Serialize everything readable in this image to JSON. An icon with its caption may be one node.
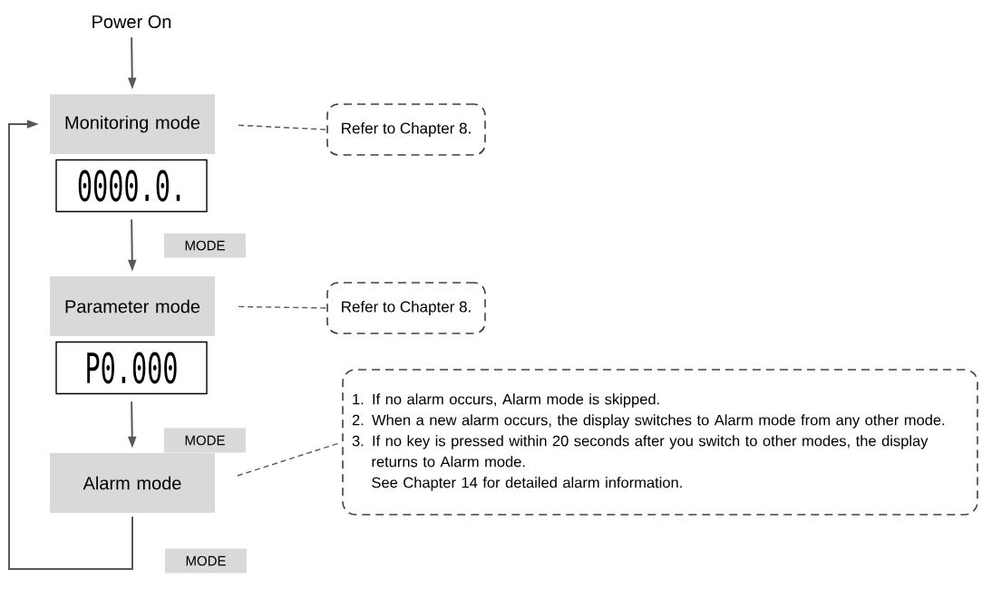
{
  "diagram": {
    "nodes": [
      {
        "text": [
          "Power On"
        ]
      },
      {
        "text": [
          "Monitoring mode"
        ]
      },
      {
        "text": [
          "0000.0."
        ]
      },
      {
        "text": [
          "Parameter mode"
        ]
      },
      {
        "text": [
          "P0.000"
        ]
      },
      {
        "text": [
          "Alarm mode"
        ]
      },
      {
        "text": [
          "Refer to Chapter 8."
        ]
      },
      {
        "text": [
          "Refer to Chapter 8."
        ]
      },
      {
        "text": [
          "1. If no alarm occurs, Alarm mode is skipped.",
          "2. When a new alarm occurs, the display switches to Alarm mode from any other mode.",
          "3. If no key is pressed within 20 seconds after you switch to other modes, the display returns to Alarm mode.",
          "See Chapter 14 for detailed alarm information."
        ]
      }
    ],
    "edges": [
      {
        "from": 0,
        "to": 1,
        "arrow": "to"
      },
      {
        "from": 2,
        "to": 3,
        "arrow": "to",
        "label": "MODE"
      },
      {
        "from": 4,
        "to": 5,
        "arrow": "to",
        "label": "MODE"
      },
      {
        "from": 5,
        "to": 1,
        "arrow": "to",
        "label": "MODE"
      },
      {
        "from": 1,
        "to": 6,
        "arrow": "none",
        "style": "dashed"
      },
      {
        "from": 3,
        "to": 7,
        "arrow": "none",
        "style": "dashed"
      },
      {
        "from": 5,
        "to": 8,
        "arrow": "none",
        "style": "dashed"
      }
    ]
  }
}
